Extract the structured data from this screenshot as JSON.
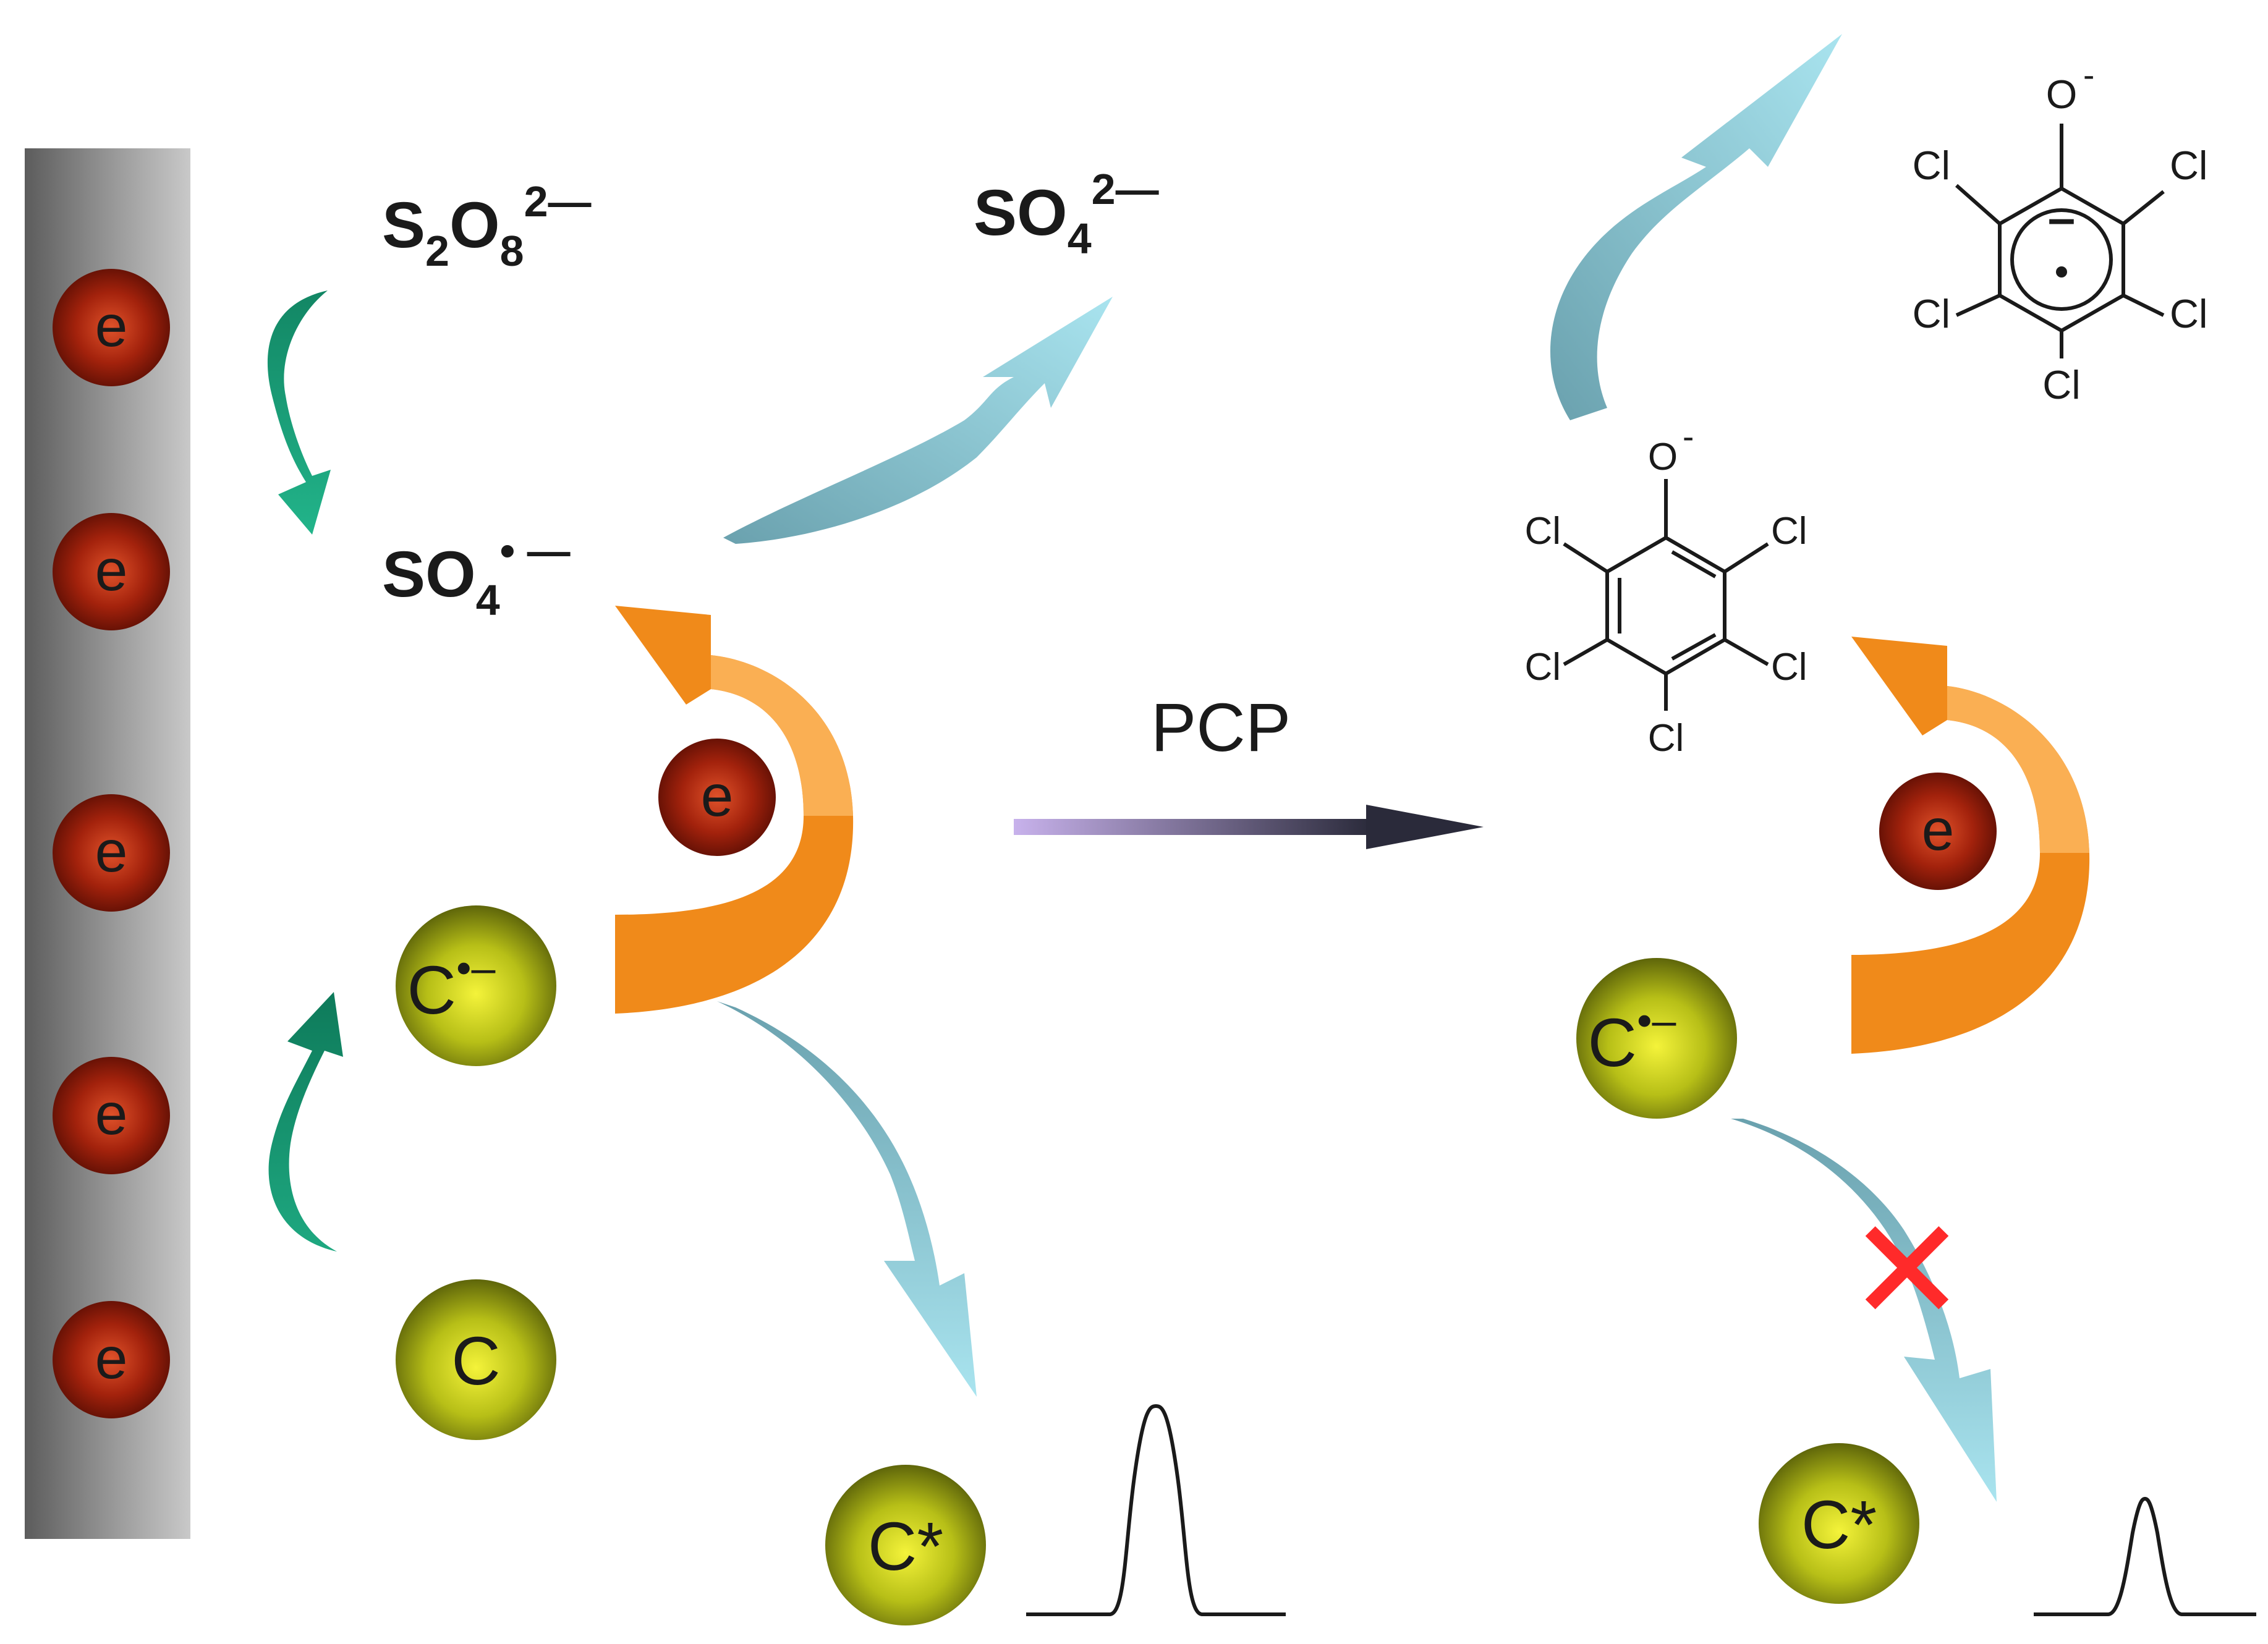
{
  "labels": {
    "persulfate": {
      "main": "S",
      "sub1": "2",
      "mid": "O",
      "sub2": "8",
      "sup": "2—"
    },
    "sulfate": {
      "main": "SO",
      "sub": "4",
      "sup": "2—"
    },
    "sulfate_radical": {
      "main": "SO",
      "sub": "4",
      "sup": "• —"
    },
    "pcp": "PCP"
  },
  "electron_symbol": "e",
  "particles": {
    "c_radical": {
      "main": "C",
      "sup": "•–"
    },
    "c_ground": "C",
    "c_excited": "C*"
  },
  "molecule": {
    "oxygen": "O",
    "oxygen_charge": "-",
    "chlorine": "Cl",
    "ring_charge": "–"
  },
  "blocked_mark": "✕",
  "colors": {
    "electron": "#8b1a0a",
    "particle": "#b5c21a",
    "orange_arrow": "#f08a1a",
    "green_arrow": "#15946c",
    "teal_arrow": "#7fbfcd",
    "cross": "#ff2a2a"
  }
}
